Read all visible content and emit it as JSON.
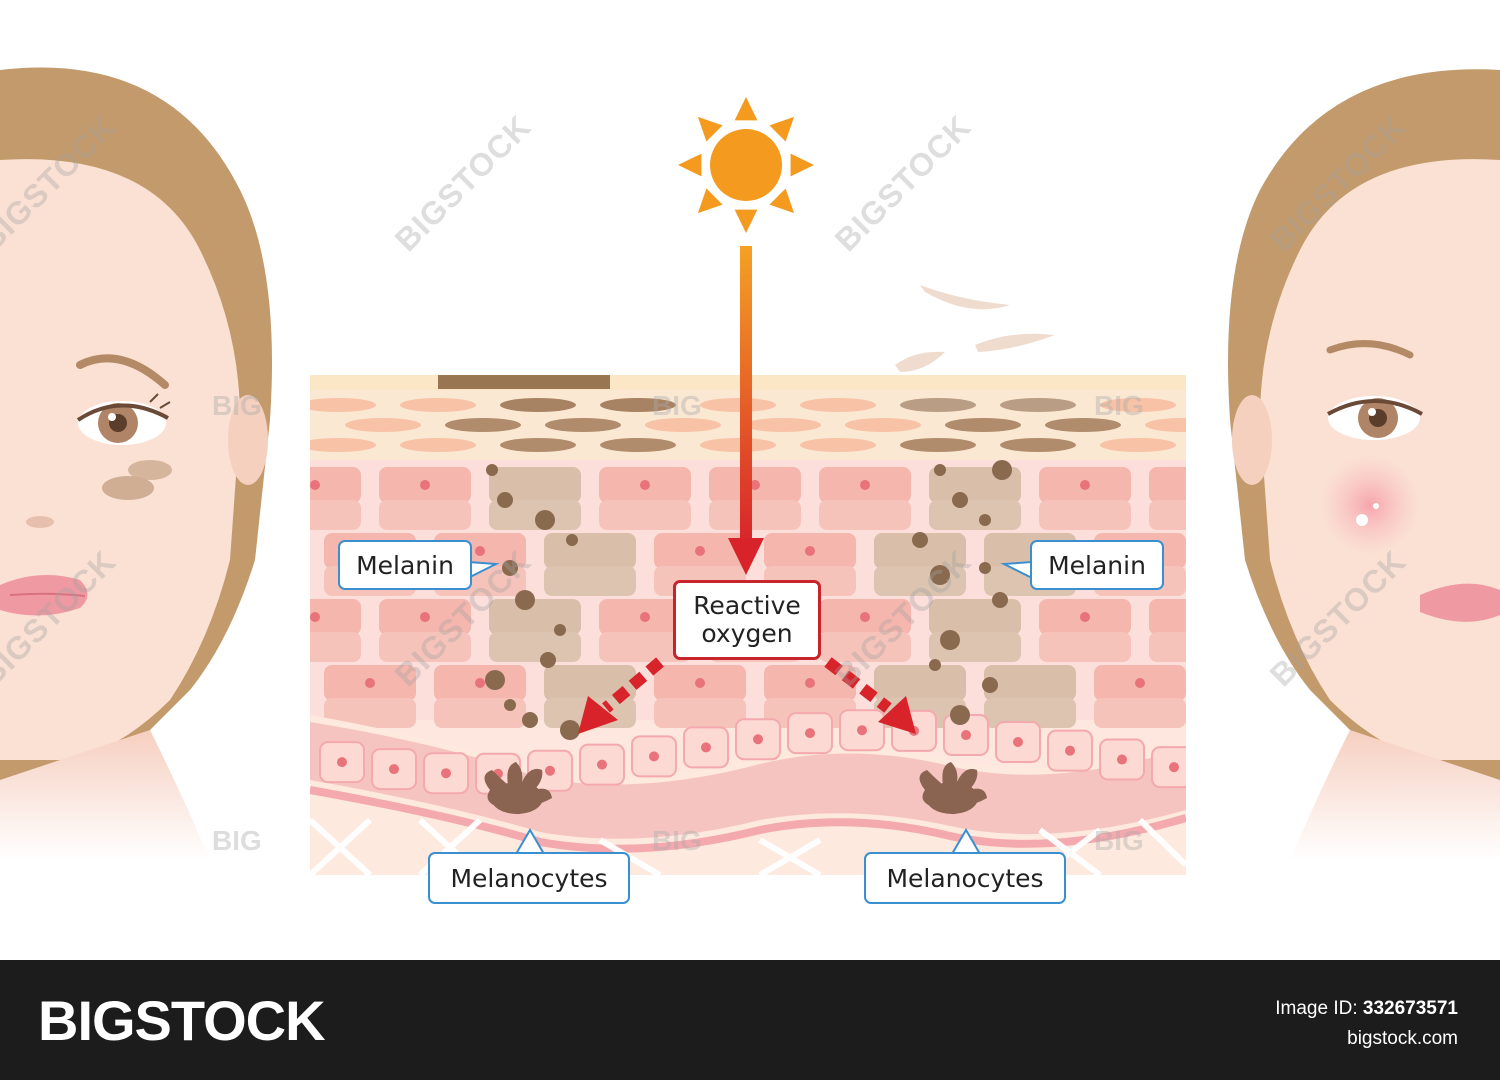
{
  "labels": {
    "melanin_left": "Melanin",
    "melanin_right": "Melanin",
    "reactive_line1": "Reactive",
    "reactive_line2": "oxygen",
    "melanocytes_left": "Melanocytes",
    "melanocytes_right": "Melanocytes"
  },
  "watermark": {
    "diagonal": "BIGSTOCK",
    "small": "BIG"
  },
  "footer": {
    "brand": "BIGSTOCK",
    "image_id_label": "Image ID:",
    "image_id_value": "332673571",
    "site": "bigstock.com"
  },
  "colors": {
    "sun": "#f39a1f",
    "arrow_red": "#d8232a",
    "callout_border": "#3a8fd0",
    "hair": "#c39a6b",
    "skin": "#fbe1d3",
    "melanin": "#8a6a4f",
    "cell": "#f4b6ad"
  }
}
